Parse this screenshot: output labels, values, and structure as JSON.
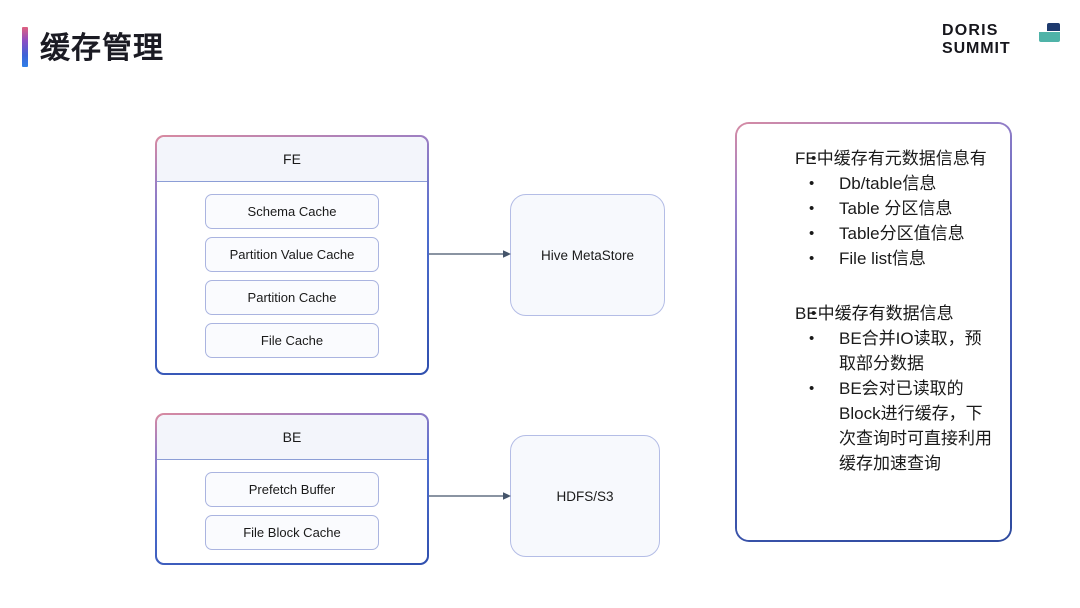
{
  "header": {
    "title": "缓存管理",
    "accent_colors": [
      "#e0607e",
      "#8b4ec4",
      "#3f63d6",
      "#2f7fe8"
    ],
    "logo": {
      "line1": "DORIS",
      "line2": "SUMMIT",
      "mark_top_color": "#1e3a6e",
      "mark_bottom_color": "#4fb3a8"
    }
  },
  "diagram": {
    "fe_node": {
      "title": "FE",
      "caches": [
        "Schema Cache",
        "Partition Value Cache",
        "Partition Cache",
        "File Cache"
      ]
    },
    "be_node": {
      "title": "BE",
      "caches": [
        "Prefetch Buffer",
        "File Block Cache"
      ]
    },
    "stores": [
      {
        "label": "Hive MetaStore"
      },
      {
        "label": "HDFS/S3"
      }
    ],
    "arrow_color": "#44546a",
    "node_border_gradient": [
      "#d98aa0",
      "#9a7ec4",
      "#4f6fd0",
      "#2f4fae"
    ],
    "cache_box_border": "#aab4e0",
    "store_border": "#b4bde6",
    "store_fill": "#f7f9fd",
    "header_fill": "#f3f5fb"
  },
  "notes": {
    "border_gradient": [
      "#d68ba3",
      "#a083c9",
      "#4f63bf",
      "#2e4a9e"
    ],
    "groups": [
      {
        "heading": "FE中缓存有元数据信息有",
        "items": [
          "Db/table信息",
          "Table 分区信息",
          "Table分区值信息",
          "File list信息"
        ]
      },
      {
        "heading": "BE中缓存有数据信息",
        "items": [
          "BE合并IO读取，预取部分数据",
          "BE会对已读取的Block进行缓存，下次查询时可直接利用缓存加速查询"
        ]
      }
    ]
  }
}
